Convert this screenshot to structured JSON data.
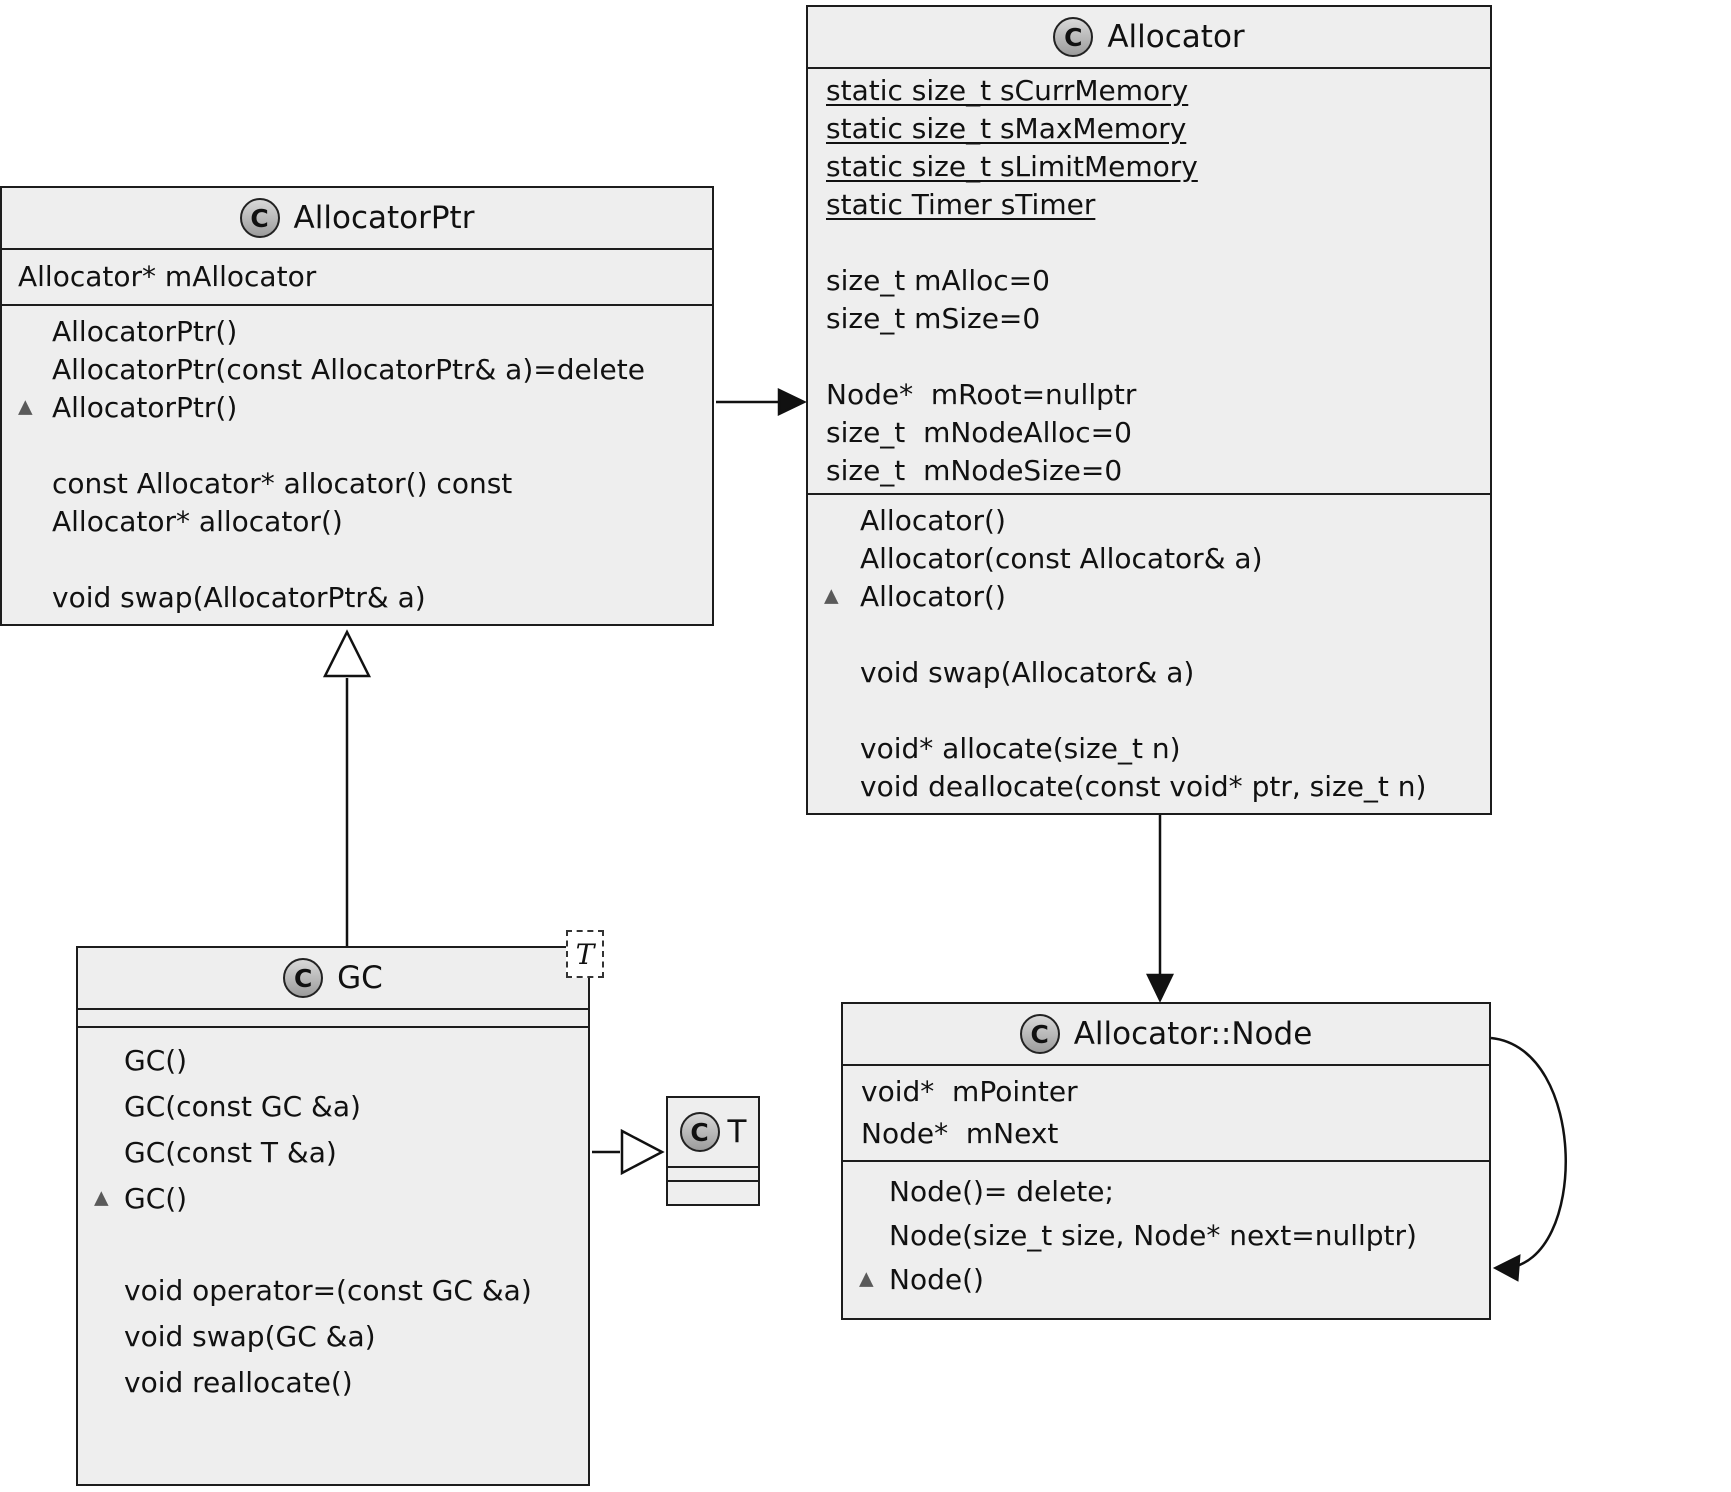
{
  "icons": {
    "destructor": "▲",
    "class_badge_letter": "C"
  },
  "classes": {
    "allocator_ptr": {
      "title": "AllocatorPtr",
      "attributes": [
        "Allocator* mAllocator"
      ],
      "methods": [
        "AllocatorPtr()",
        "AllocatorPtr(const AllocatorPtr& a)=delete",
        "AllocatorPtr()",
        "",
        "const Allocator* allocator() const",
        "Allocator* allocator()",
        "",
        "void swap(AllocatorPtr& a)"
      ]
    },
    "allocator": {
      "title": "Allocator",
      "attributes": [
        "static size_t sCurrMemory",
        "static size_t sMaxMemory",
        "static size_t sLimitMemory",
        "static Timer sTimer",
        "",
        "size_t mAlloc=0",
        "size_t mSize=0",
        "",
        "Node*  mRoot=nullptr",
        "size_t  mNodeAlloc=0",
        "size_t  mNodeSize=0"
      ],
      "methods": [
        "Allocator()",
        "Allocator(const Allocator& a)",
        "Allocator()",
        "",
        "void swap(Allocator& a)",
        "",
        "void* allocate(size_t n)",
        "void deallocate(const void* ptr, size_t n)"
      ]
    },
    "gc": {
      "title": "GC",
      "template_param": "T",
      "methods": [
        "GC()",
        "GC(const GC &a)",
        "GC(const T &a)",
        "GC()",
        "",
        "void operator=(const GC &a)",
        "void swap(GC &a)",
        "void reallocate()"
      ]
    },
    "t": {
      "title": "T"
    },
    "node": {
      "title": "Allocator::Node",
      "attributes": [
        "void*  mPointer",
        "Node*  mNext"
      ],
      "methods": [
        "Node()= delete;",
        "Node(size_t size, Node* next=nullptr)",
        "Node()"
      ]
    }
  },
  "relationships": [
    {
      "from": "AllocatorPtr",
      "to": "Allocator",
      "type": "association-arrow"
    },
    {
      "from": "GC",
      "to": "AllocatorPtr",
      "type": "inheritance"
    },
    {
      "from": "GC",
      "to": "T",
      "type": "inheritance"
    },
    {
      "from": "Allocator",
      "to": "Allocator::Node",
      "type": "association-arrow"
    },
    {
      "from": "Allocator::Node",
      "to": "Allocator::Node",
      "type": "self-association"
    }
  ]
}
